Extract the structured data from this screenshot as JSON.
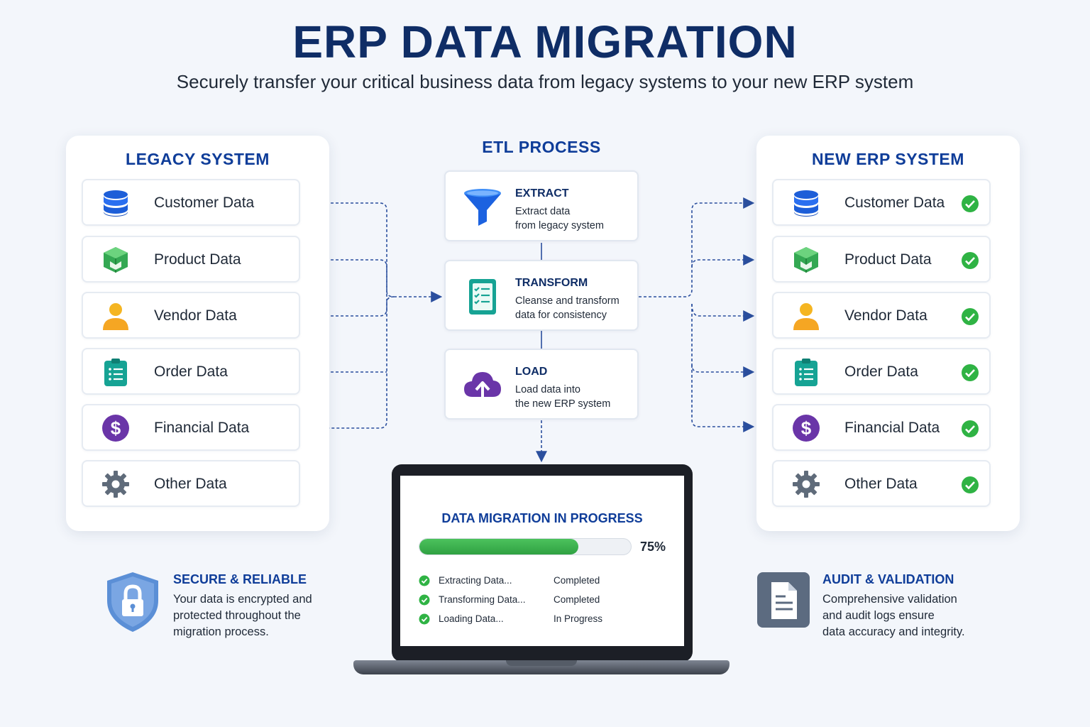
{
  "header": {
    "title": "ERP DATA MIGRATION",
    "subtitle": "Securely transfer your critical business data from legacy systems to your new ERP system"
  },
  "legacy": {
    "title": "LEGACY SYSTEM",
    "items": [
      {
        "label": "Customer Data",
        "icon": "database-icon"
      },
      {
        "label": "Product Data",
        "icon": "box-icon"
      },
      {
        "label": "Vendor Data",
        "icon": "person-icon"
      },
      {
        "label": "Order Data",
        "icon": "clipboard-list-icon"
      },
      {
        "label": "Financial Data",
        "icon": "dollar-icon"
      },
      {
        "label": "Other Data",
        "icon": "gear-icon"
      }
    ]
  },
  "etl": {
    "title": "ETL PROCESS",
    "steps": [
      {
        "name": "EXTRACT",
        "desc_line1": "Extract data",
        "desc_line2": "from legacy system",
        "icon": "funnel-icon"
      },
      {
        "name": "TRANSFORM",
        "desc_line1": "Cleanse and transform",
        "desc_line2": "data for consistency",
        "icon": "checklist-icon"
      },
      {
        "name": "LOAD",
        "desc_line1": "Load data into",
        "desc_line2": "the new ERP system",
        "icon": "cloud-upload-icon"
      }
    ]
  },
  "erp": {
    "title": "NEW ERP SYSTEM",
    "items": [
      {
        "label": "Customer Data",
        "icon": "database-icon"
      },
      {
        "label": "Product Data",
        "icon": "box-icon"
      },
      {
        "label": "Vendor Data",
        "icon": "person-icon"
      },
      {
        "label": "Order Data",
        "icon": "clipboard-list-icon"
      },
      {
        "label": "Financial Data",
        "icon": "dollar-icon"
      },
      {
        "label": "Other Data",
        "icon": "gear-icon"
      }
    ]
  },
  "migration": {
    "title": "DATA MIGRATION IN PROGRESS",
    "progress": 75,
    "progress_label": "75%",
    "statuses": [
      {
        "label": "Extracting Data...",
        "value": "Completed"
      },
      {
        "label": "Transforming Data...",
        "value": "Completed"
      },
      {
        "label": "Loading Data...",
        "value": "In Progress"
      }
    ]
  },
  "features": {
    "secure": {
      "title": "SECURE & RELIABLE",
      "desc_line1": "Your data is encrypted and",
      "desc_line2": "protected throughout the",
      "desc_line3": "migration process."
    },
    "audit": {
      "title": "AUDIT & VALIDATION",
      "desc_line1": "Comprehensive validation",
      "desc_line2": "and audit logs ensure",
      "desc_line3": "data accuracy and integrity."
    }
  },
  "colors": {
    "navy": "#0f2d66",
    "accent_blue": "#0f3d99",
    "success_green": "#2fb344",
    "connector": "#2b4f9e"
  }
}
